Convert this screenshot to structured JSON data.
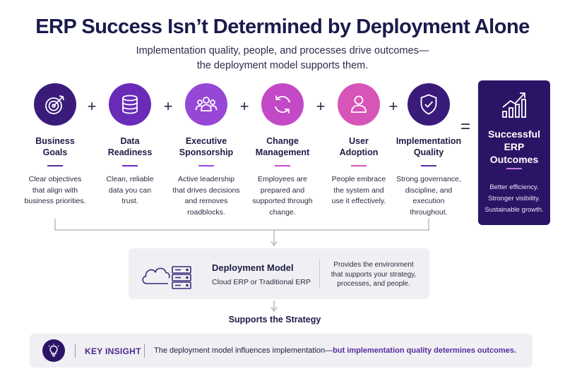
{
  "title": "ERP Success Isn’t Determined by Deployment Alone",
  "subtitle_line1": "Implementation quality, people, and processes drive outcomes—",
  "subtitle_line2": "the deployment model supports them.",
  "factors": [
    {
      "title_1": "Business",
      "title_2": "Goals",
      "desc_1": "Clear objectives",
      "desc_2": "that align with",
      "desc_3": "business priorities.",
      "icon": "target-icon",
      "color": "#3a1b7a",
      "bar": "#5b2ca0"
    },
    {
      "title_1": "Data",
      "title_2": "Readiness",
      "desc_1": "Clean, reliable",
      "desc_2": "data you can",
      "desc_3": "trust.",
      "icon": "database-icon",
      "color": "#6a2cb8",
      "bar": "#6a2cb8"
    },
    {
      "title_1": "Executive",
      "title_2": "Sponsorship",
      "desc_1": "Active leadership",
      "desc_2": "that drives decisions",
      "desc_3": "and removes",
      "desc_4": "roadblocks.",
      "icon": "people-icon",
      "color": "#9747d6",
      "bar": "#9747d6"
    },
    {
      "title_1": "Change",
      "title_2": "Management",
      "desc_1": "Employees are",
      "desc_2": "prepared and",
      "desc_3": "supported through",
      "desc_4": "change.",
      "icon": "refresh-icon",
      "color": "#c449c6",
      "bar": "#c449c6"
    },
    {
      "title_1": "User",
      "title_2": "Adoption",
      "desc_1": "People embrace",
      "desc_2": "the system and",
      "desc_3": "use it effectively.",
      "icon": "user-icon",
      "color": "#d755b8",
      "bar": "#d755b8"
    },
    {
      "title_1": "Implementation",
      "title_2": "Quality",
      "desc_1": "Strong governance,",
      "desc_2": "discipline, and",
      "desc_3": "execution",
      "desc_4": "throughout.",
      "icon": "shield-check-icon",
      "color": "#3a1b7a",
      "bar": "#5b2ca0"
    }
  ],
  "operators": {
    "plus": "+",
    "equals": "="
  },
  "outcome": {
    "title_1": "Successful",
    "title_2": "ERP",
    "title_3": "Outcomes",
    "items": [
      "Better efficiency.",
      "Stronger visibility.",
      "Sustainable growth."
    ],
    "icon": "growth-chart-icon"
  },
  "deployment": {
    "name": "Deployment Model",
    "types": "Cloud ERP or Traditional ERP",
    "desc_1": "Provides the environment",
    "desc_2": "that supports your strategy,",
    "desc_3": "processes, and people.",
    "icons": [
      "cloud-icon",
      "server-icon"
    ]
  },
  "supports": "Supports the Strategy",
  "insight": {
    "label": "KEY INSIGHT",
    "text": "The deployment model influences implementation—",
    "emphasis": "but implementation quality determines outcomes.",
    "icon": "lightbulb-icon"
  },
  "colors": {
    "dark_purple": "#2b1465",
    "navy_text": "#1b1a4b",
    "panel_gray": "#f0f0f4",
    "connector_gray": "#b9b8c6"
  }
}
